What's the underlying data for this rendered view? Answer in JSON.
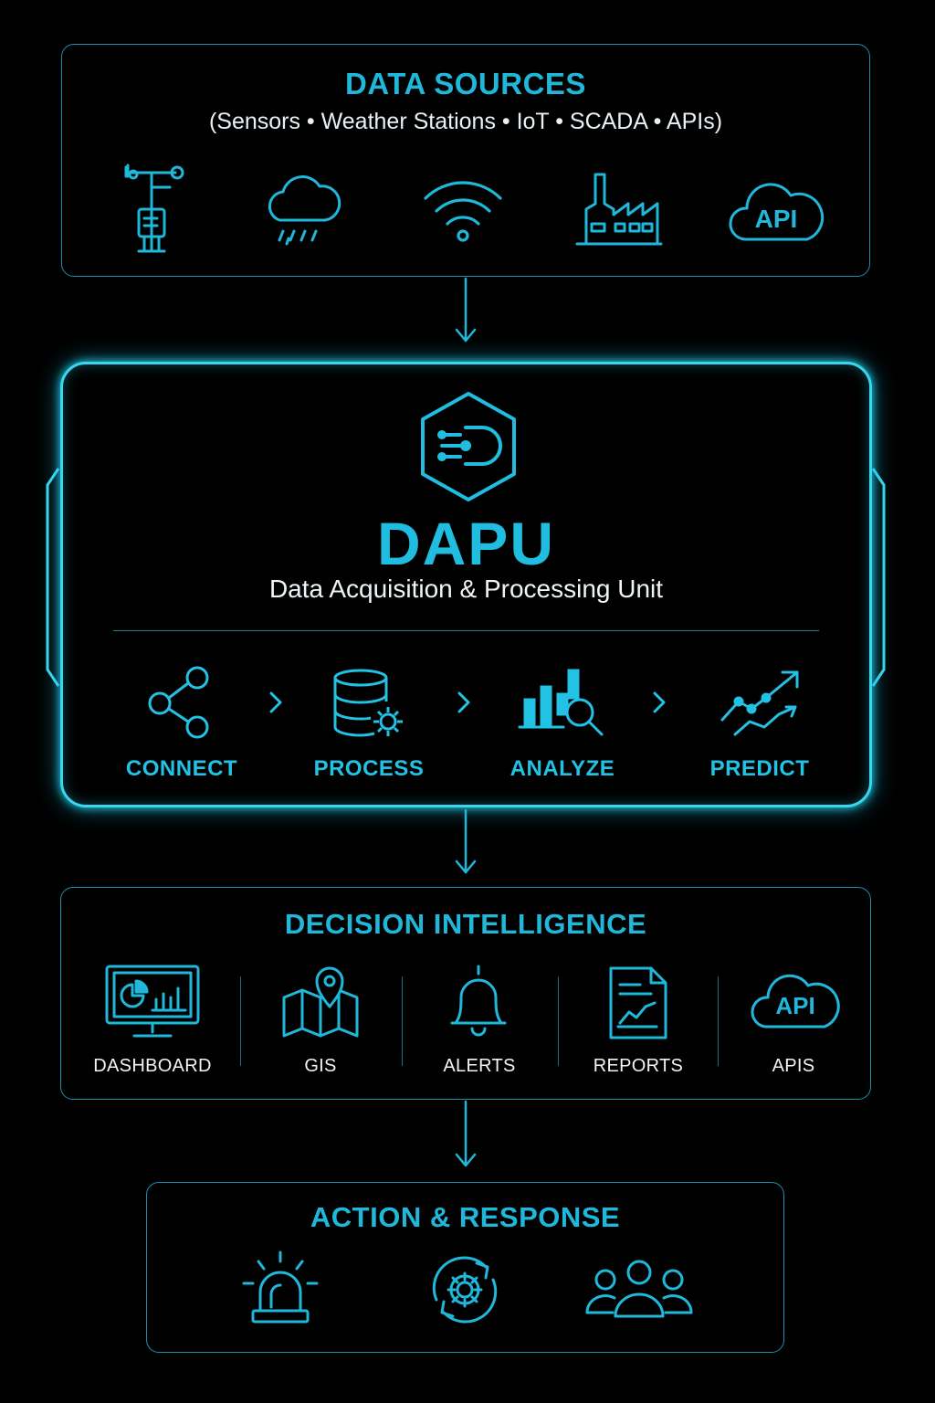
{
  "sources": {
    "title": "DATA SOURCES",
    "subtitle": "(Sensors • Weather Stations • IoT • SCADA • APIs)",
    "icons": [
      "weather-station-icon",
      "rain-cloud-icon",
      "wifi-icon",
      "factory-icon",
      "api-cloud-icon"
    ],
    "api_badge": "API"
  },
  "dapu": {
    "logo": "dapu-hexagon-logo-icon",
    "name": "DAPU",
    "description": "Data Acquisition & Processing Unit",
    "steps": [
      {
        "label": "CONNECT",
        "icon": "share-nodes-icon"
      },
      {
        "label": "PROCESS",
        "icon": "database-gear-icon"
      },
      {
        "label": "ANALYZE",
        "icon": "bar-chart-search-icon"
      },
      {
        "label": "PREDICT",
        "icon": "trend-arrow-icon"
      }
    ]
  },
  "decision": {
    "title": "DECISION INTELLIGENCE",
    "outputs": [
      {
        "label": "DASHBOARD",
        "icon": "monitor-dashboard-icon"
      },
      {
        "label": "GIS",
        "icon": "map-pin-icon"
      },
      {
        "label": "ALERTS",
        "icon": "bell-icon"
      },
      {
        "label": "REPORTS",
        "icon": "report-document-icon"
      },
      {
        "label": "APIS",
        "icon": "api-cloud-icon"
      }
    ],
    "api_badge": "API"
  },
  "action": {
    "title": "ACTION & RESPONSE",
    "icons": [
      "siren-icon",
      "gear-cycle-icon",
      "team-icon"
    ]
  },
  "colors": {
    "accent": "#1fb8da",
    "glow": "#3ad6ef",
    "background": "#000000",
    "text": "#f0f6f8"
  }
}
